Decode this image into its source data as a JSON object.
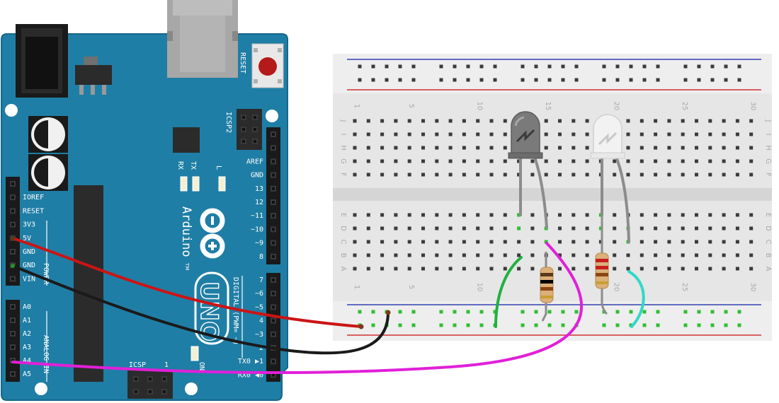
{
  "board": {
    "brand": "Arduino",
    "model": "UNO",
    "trademark": "TM",
    "reset_label": "RESET",
    "icsp2_label": "ICSP2",
    "icsp_label": "ICSP",
    "icsp_pin1": "1",
    "on_label": "ON",
    "led_labels": {
      "rx": "RX",
      "tx": "TX",
      "l": "L"
    },
    "power_header_label": "POWER",
    "analog_header_label": "ANALOG IN",
    "digital_header_label": "DIGITAL (PWM= ~)",
    "power_pins": [
      "",
      "IOREF",
      "RESET",
      "3V3",
      "5V",
      "GND",
      "GND",
      "VIN"
    ],
    "analog_pins": [
      "A0",
      "A1",
      "A2",
      "A3",
      "A4",
      "A5"
    ],
    "digital_pins_upper": [
      "",
      "",
      "AREF",
      "GND",
      "13",
      "12",
      "~11",
      "~10",
      "~9",
      "8"
    ],
    "digital_pins_lower": [
      "7",
      "~6",
      "~5",
      "4",
      "~3",
      "2",
      "TX0 ▶1",
      "RX0 ◀0"
    ]
  },
  "breadboard": {
    "row_labels": [
      "J",
      "I",
      "H",
      "G",
      "F",
      "E",
      "D",
      "C",
      "B",
      "A"
    ],
    "column_numbers": [
      "1",
      "5",
      "10",
      "15",
      "20",
      "25",
      "30"
    ]
  },
  "components": [
    {
      "type": "led",
      "color_name": "grey",
      "color": "#7a7a7a"
    },
    {
      "type": "led",
      "color_name": "white",
      "color": "#f2f2f2"
    },
    {
      "type": "resistor",
      "band_colors": [
        "#5a3a1a",
        "#000000",
        "#8b4513",
        "#c8a032"
      ]
    },
    {
      "type": "resistor",
      "band_colors": [
        "#c81e1e",
        "#c81e1e",
        "#8b4513",
        "#c8a032"
      ]
    }
  ],
  "wires": [
    {
      "name": "red-wire",
      "color": "#cc1414"
    },
    {
      "name": "black-wire",
      "color": "#1a1a1a"
    },
    {
      "name": "magenta-wire",
      "color": "#e020d8"
    },
    {
      "name": "green-wire",
      "color": "#20b040"
    },
    {
      "name": "cyan-wire",
      "color": "#30d8c8"
    }
  ],
  "colors": {
    "board": "#1f7ea5",
    "board_edge": "#16678a",
    "breadboard": "#e6e6e6",
    "rail_red": "#d03030",
    "rail_blue": "#3040b0"
  }
}
